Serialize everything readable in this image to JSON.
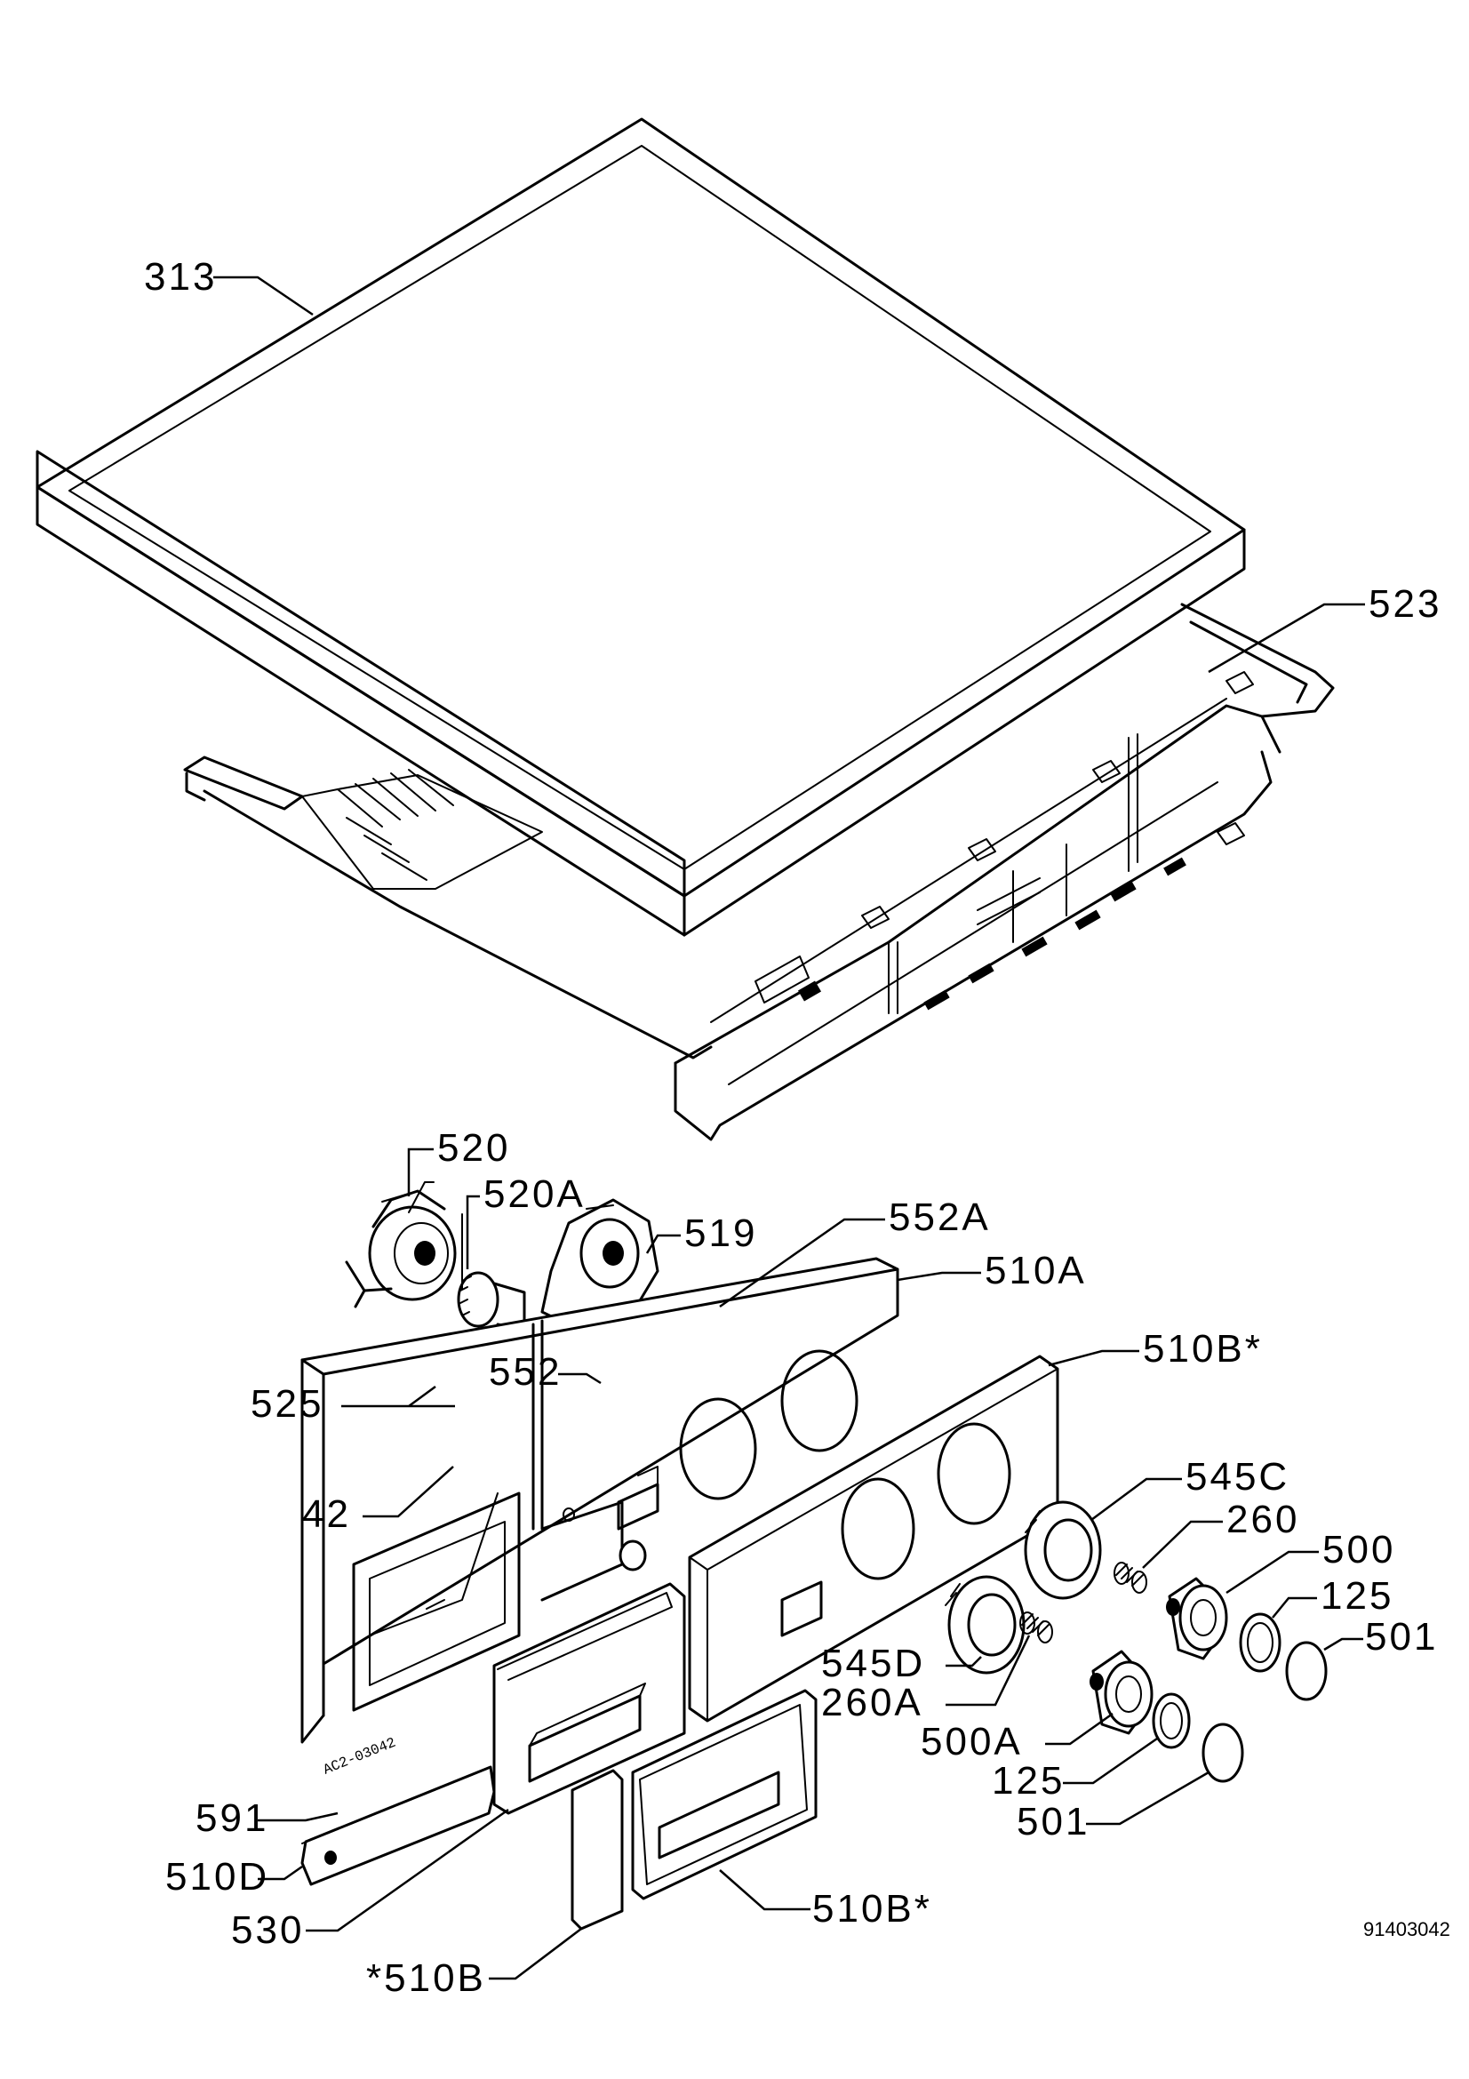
{
  "diagram": {
    "drawing_number": "91403042",
    "panel_marking": "AC2-03042",
    "callouts": [
      {
        "id": "313",
        "text": "313"
      },
      {
        "id": "523",
        "text": "523"
      },
      {
        "id": "520",
        "text": "520"
      },
      {
        "id": "520A",
        "text": "520A"
      },
      {
        "id": "519",
        "text": "519"
      },
      {
        "id": "552A",
        "text": "552A"
      },
      {
        "id": "510A",
        "text": "510A"
      },
      {
        "id": "510B-top",
        "text": "510B*"
      },
      {
        "id": "552",
        "text": "552"
      },
      {
        "id": "525",
        "text": "525"
      },
      {
        "id": "42",
        "text": "42"
      },
      {
        "id": "545C",
        "text": "545C"
      },
      {
        "id": "260",
        "text": "260"
      },
      {
        "id": "500",
        "text": "500"
      },
      {
        "id": "125-upper",
        "text": "125"
      },
      {
        "id": "501-upper",
        "text": "501"
      },
      {
        "id": "545D",
        "text": "545D"
      },
      {
        "id": "260A",
        "text": "260A"
      },
      {
        "id": "500A",
        "text": "500A"
      },
      {
        "id": "125-lower",
        "text": "125"
      },
      {
        "id": "501-lower",
        "text": "501"
      },
      {
        "id": "591",
        "text": "591"
      },
      {
        "id": "510D",
        "text": "510D"
      },
      {
        "id": "530",
        "text": "530"
      },
      {
        "id": "510B-bottom-left",
        "text": "*510B"
      },
      {
        "id": "510B-bottom-right",
        "text": "510B*"
      }
    ]
  }
}
